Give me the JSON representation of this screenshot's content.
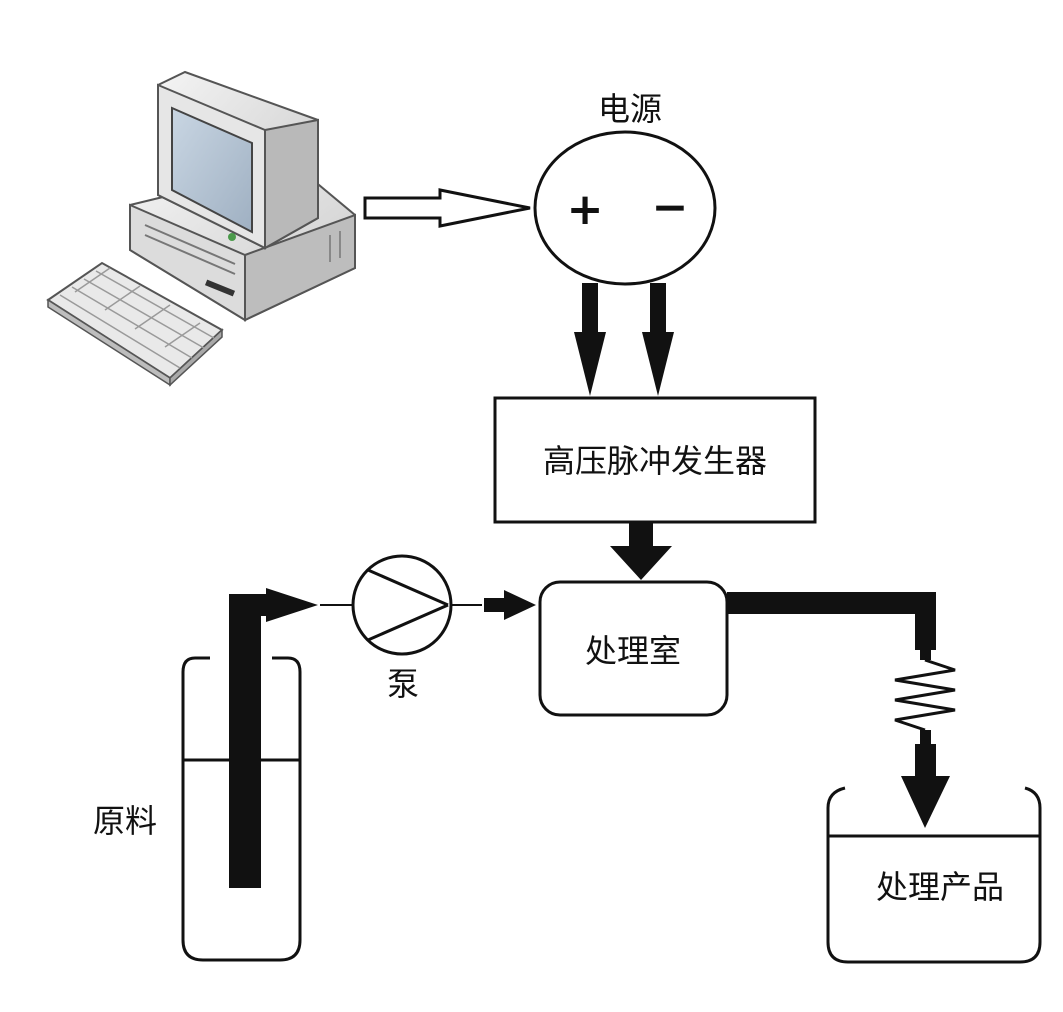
{
  "power_supply": {
    "label": "电源",
    "positive_symbol": "+",
    "negative_symbol": "−"
  },
  "pulse_generator": {
    "label": "高压脉冲发生器"
  },
  "treatment_chamber": {
    "label": "处理室"
  },
  "pump": {
    "label": "泵"
  },
  "raw_material": {
    "label": "原料"
  },
  "treated_product": {
    "label": "处理产品"
  },
  "icons": {
    "computer": "desktop-computer-icon",
    "pump": "pump-symbol-icon",
    "heat_exchanger": "coil-icon"
  },
  "colors": {
    "line": "#111111",
    "liquid_line": "#333333",
    "background": "#ffffff"
  }
}
